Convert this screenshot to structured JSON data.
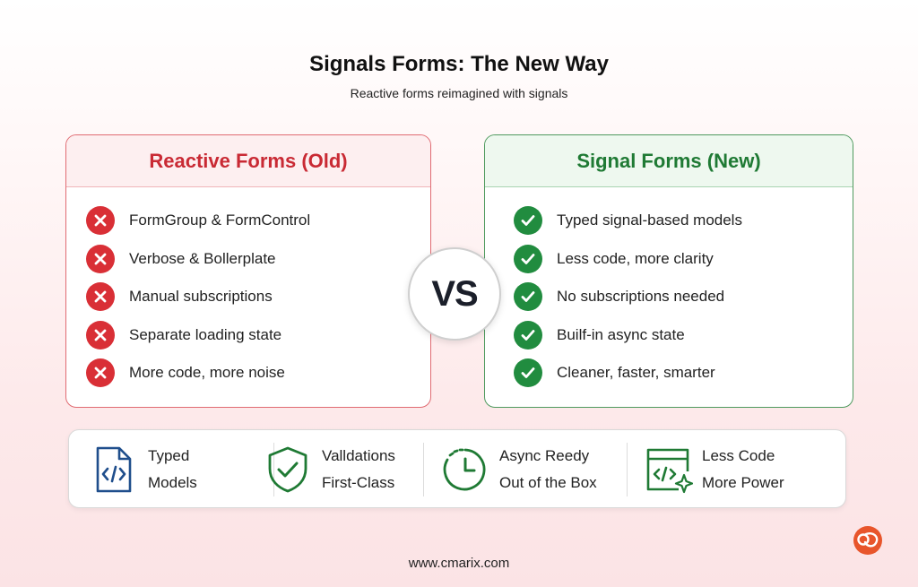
{
  "header": {
    "title": "Signals Forms: The New Way",
    "subtitle": "Reactive forms reimagined with signals"
  },
  "old_panel": {
    "title": "Reactive Forms (Old)",
    "items": [
      {
        "label": "FormGroup & FormControl",
        "icon": "x-circle-icon"
      },
      {
        "label": "Verbose & Bollerplate",
        "icon": "x-circle-icon"
      },
      {
        "label": "Manual subscriptions",
        "icon": "x-circle-icon"
      },
      {
        "label": "Separate loading state",
        "icon": "x-circle-icon"
      },
      {
        "label": "More code, more noise",
        "icon": "x-circle-icon"
      }
    ],
    "accent": "#c92a34"
  },
  "new_panel": {
    "title": "Signal Forms (New)",
    "items": [
      {
        "label": "Typed signal-based models",
        "icon": "check-circle-icon"
      },
      {
        "label": "Less code, more clarity",
        "icon": "check-circle-icon"
      },
      {
        "label": "No subscriptions needed",
        "icon": "check-circle-icon"
      },
      {
        "label": "Builf-in async state",
        "icon": "check-circle-icon"
      },
      {
        "label": "Cleaner, faster, smarter",
        "icon": "check-circle-icon"
      }
    ],
    "accent": "#1f7a34"
  },
  "vs_label": "VS",
  "features": [
    {
      "line1": "Typed",
      "line2": "Models",
      "icon": "code-file-icon",
      "color": "#1f4e8c"
    },
    {
      "line1": "Valldations",
      "line2": "First-Class",
      "icon": "shield-check-icon",
      "color": "#1f7a34"
    },
    {
      "line1": "Async Reedy",
      "line2": "Out of the Box",
      "icon": "clock-icon",
      "color": "#1f7a34"
    },
    {
      "line1": "Less Code",
      "line2": "More Power",
      "icon": "code-window-icon",
      "color": "#1f7a34"
    }
  ],
  "footer": {
    "url": "www.cmarix.com"
  },
  "brand_color": "#e8552b"
}
